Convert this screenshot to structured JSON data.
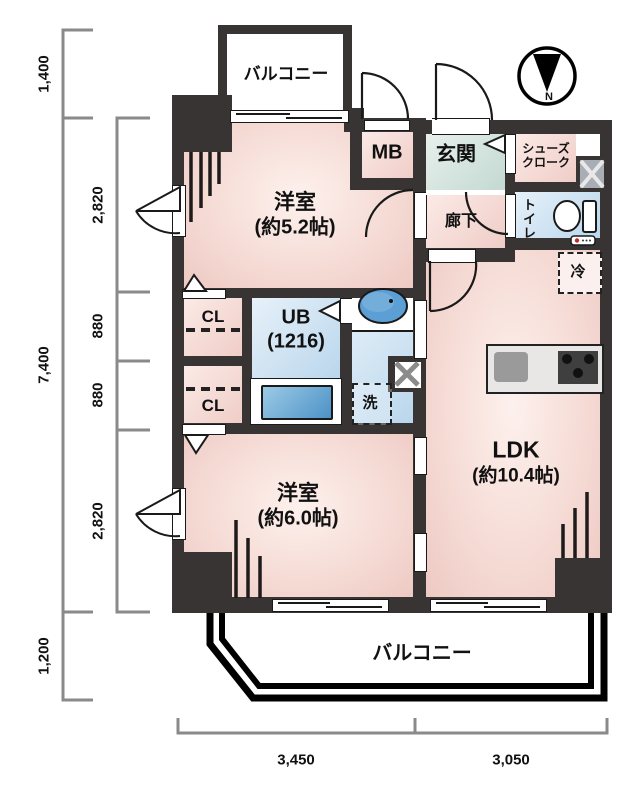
{
  "plan": {
    "compass": {
      "label": "N"
    },
    "balcony_top": {
      "label": "バルコニー"
    },
    "balcony_bottom": {
      "label": "バルコニー"
    },
    "rooms": {
      "bedroom1": {
        "name": "洋室",
        "size": "(約5.2帖)"
      },
      "bedroom2": {
        "name": "洋室",
        "size": "(約6.0帖)"
      },
      "ldk": {
        "name": "LDK",
        "size": "(約10.4帖)"
      },
      "unit_bath": {
        "name": "UB",
        "size": "(1216)"
      },
      "meter_box": {
        "label": "MB"
      },
      "entrance": {
        "label": "玄関"
      },
      "shoe_closet": {
        "line1": "シューズ",
        "line2": "クローク"
      },
      "hallway": {
        "label": "廊下"
      },
      "toilet": {
        "label": "トイレ"
      },
      "closet_top": {
        "label": "CL"
      },
      "closet_bottom": {
        "label": "CL"
      },
      "washer_space": {
        "label": "洗"
      },
      "fridge_space": {
        "label": "冷"
      }
    },
    "dimensions": {
      "left_outer": [
        "1,400",
        "7,400",
        "1,200"
      ],
      "left_inner": [
        "2,820",
        "880",
        "880",
        "2,820"
      ],
      "bottom": [
        "3,450",
        "3,050"
      ]
    },
    "colors": {
      "wall": "#383434",
      "room_pink": "#f2cfc9",
      "wet_blue": "#bdd8ec",
      "entry_teal": "#c2d8d1",
      "fixture_blue": "#4d92c6",
      "kitchen_gray": "#e9e7e5",
      "dimension_gray": "#8a8a8a"
    }
  }
}
